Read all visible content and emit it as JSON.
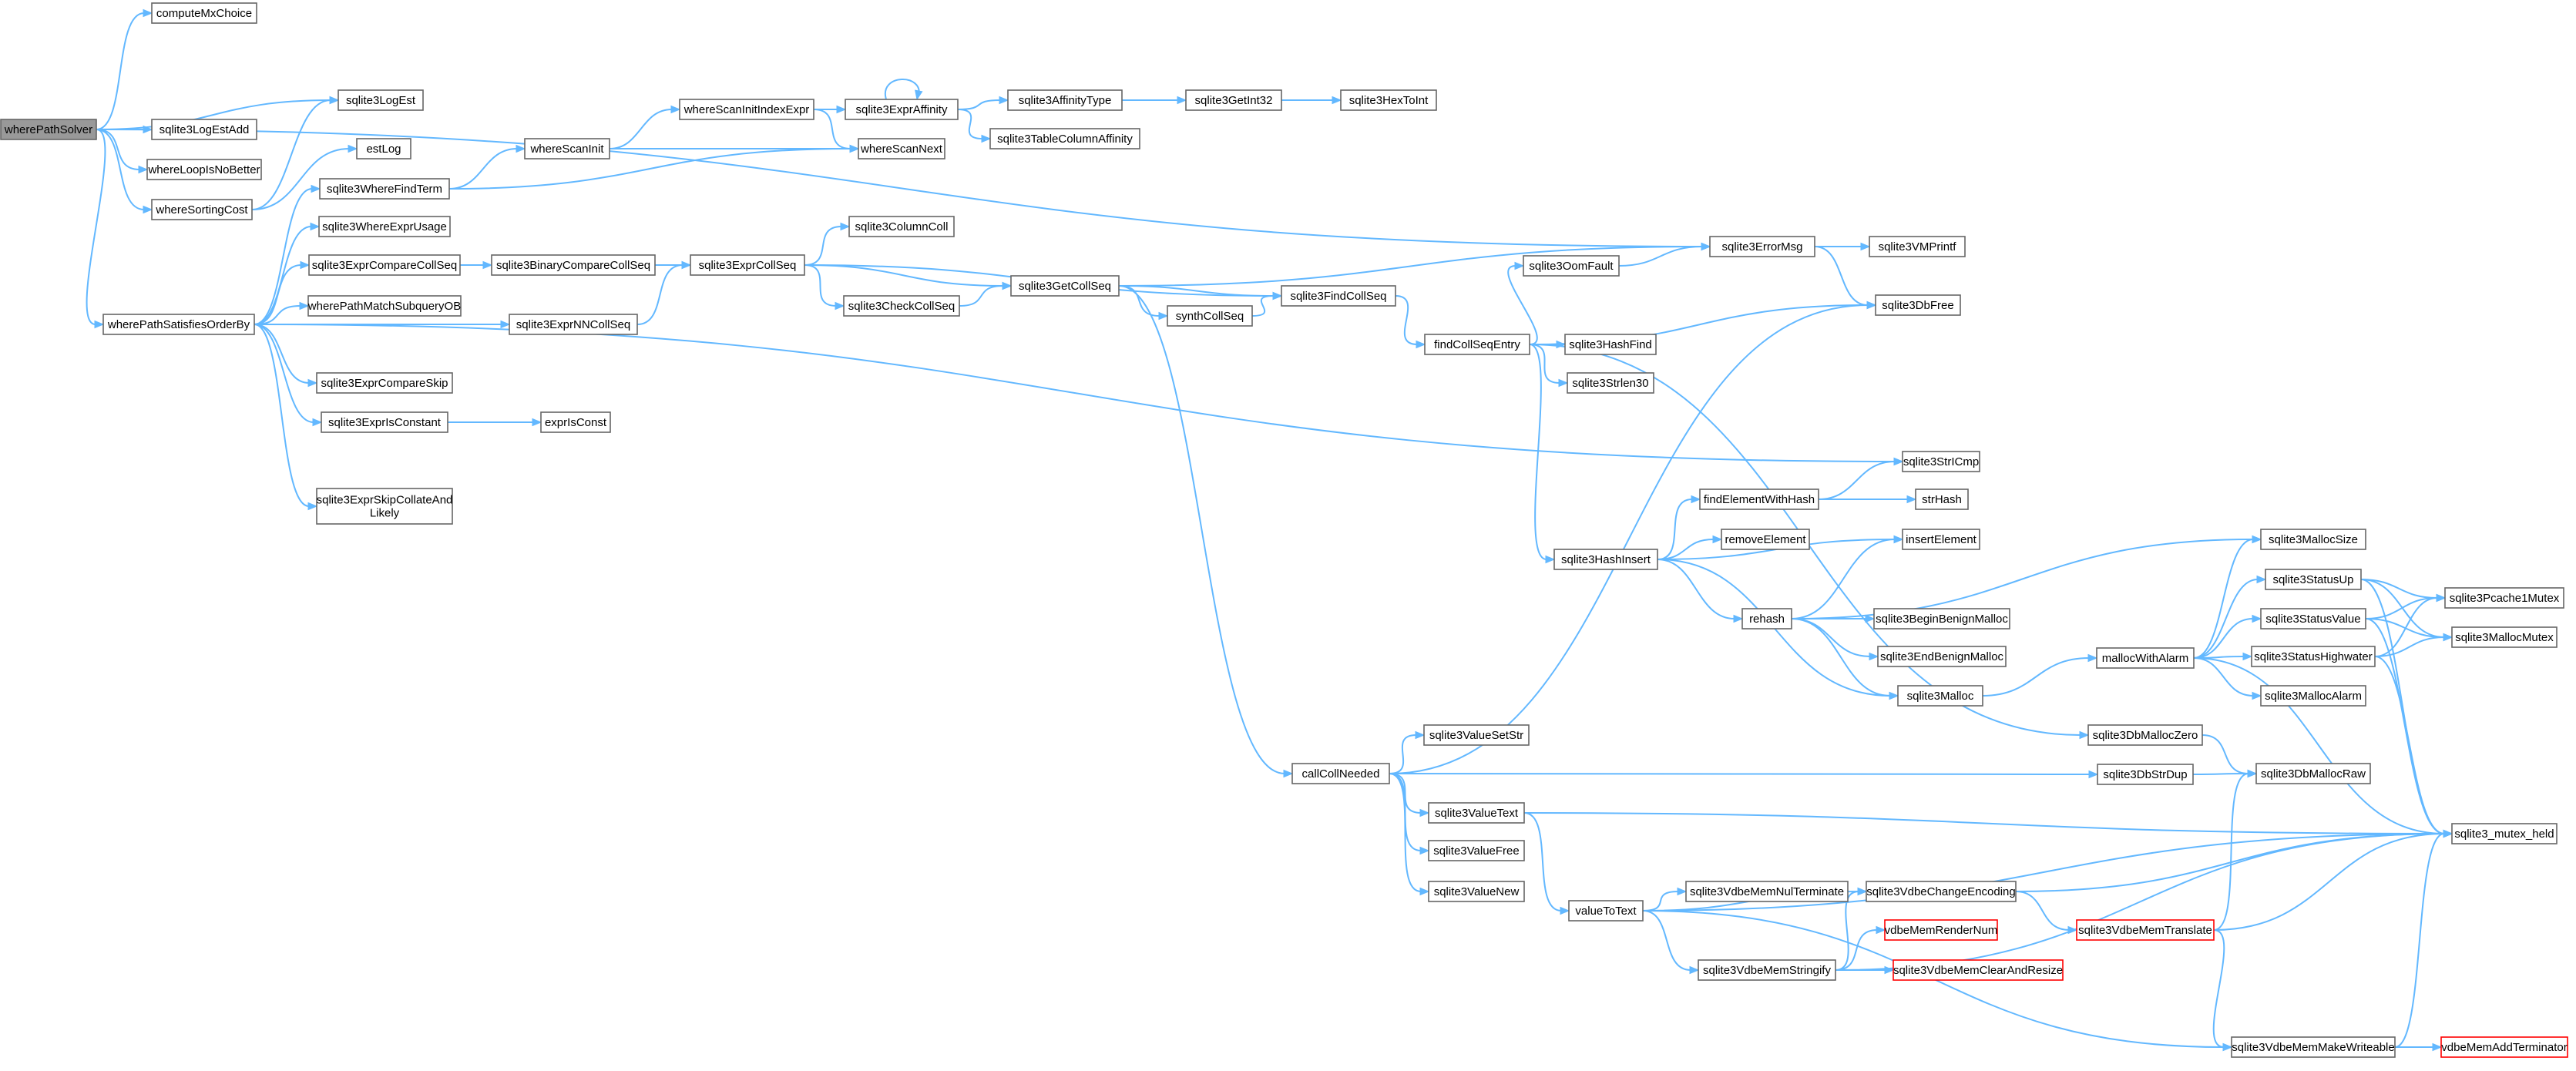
{
  "diagram": {
    "edge_color": "#63b8ff",
    "truncated_color": "#ff0000",
    "root_fill": "#999999",
    "nodes": [
      {
        "id": "wherePathSolver",
        "label": "wherePathSolver",
        "root": true
      },
      {
        "id": "computeMxChoice",
        "label": "computeMxChoice"
      },
      {
        "id": "sqlite3LogEst",
        "label": "sqlite3LogEst"
      },
      {
        "id": "sqlite3LogEstAdd",
        "label": "sqlite3LogEstAdd"
      },
      {
        "id": "whereLoopIsNoBetter",
        "label": "whereLoopIsNoBetter"
      },
      {
        "id": "whereSortingCost",
        "label": "whereSortingCost"
      },
      {
        "id": "wherePathSatisfiesOrderBy",
        "label": "wherePathSatisfiesOrderBy"
      },
      {
        "id": "estLog",
        "label": "estLog"
      },
      {
        "id": "sqlite3WhereFindTerm",
        "label": "sqlite3WhereFindTerm"
      },
      {
        "id": "sqlite3WhereExprUsage",
        "label": "sqlite3WhereExprUsage"
      },
      {
        "id": "sqlite3ExprCompareCollSeq",
        "label": "sqlite3ExprCompareCollSeq"
      },
      {
        "id": "wherePathMatchSubqueryOB",
        "label": "wherePathMatchSubqueryOB"
      },
      {
        "id": "sqlite3ExprNNCollSeq",
        "label": "sqlite3ExprNNCollSeq"
      },
      {
        "id": "sqlite3ExprCompareSkip",
        "label": "sqlite3ExprCompareSkip"
      },
      {
        "id": "sqlite3ExprIsConstant",
        "label": "sqlite3ExprIsConstant"
      },
      {
        "id": "sqlite3ExprSkipCollateAndLikely",
        "label": "sqlite3ExprSkipCollateAnd Likely",
        "lines": [
          "sqlite3ExprSkipCollateAnd",
          "Likely"
        ]
      },
      {
        "id": "whereScanInit",
        "label": "whereScanInit"
      },
      {
        "id": "whereScanInitIndexExpr",
        "label": "whereScanInitIndexExpr"
      },
      {
        "id": "whereScanNext",
        "label": "whereScanNext"
      },
      {
        "id": "sqlite3ExprAffinity",
        "label": "sqlite3ExprAffinity"
      },
      {
        "id": "sqlite3AffinityType",
        "label": "sqlite3AffinityType"
      },
      {
        "id": "sqlite3TableColumnAffinity",
        "label": "sqlite3TableColumnAffinity"
      },
      {
        "id": "sqlite3GetInt32",
        "label": "sqlite3GetInt32"
      },
      {
        "id": "sqlite3HexToInt",
        "label": "sqlite3HexToInt"
      },
      {
        "id": "sqlite3BinaryCompareCollSeq",
        "label": "sqlite3BinaryCompareCollSeq"
      },
      {
        "id": "sqlite3ExprCollSeq",
        "label": "sqlite3ExprCollSeq"
      },
      {
        "id": "sqlite3ColumnColl",
        "label": "sqlite3ColumnColl"
      },
      {
        "id": "sqlite3CheckCollSeq",
        "label": "sqlite3CheckCollSeq"
      },
      {
        "id": "sqlite3GetCollSeq",
        "label": "sqlite3GetCollSeq"
      },
      {
        "id": "synthCollSeq",
        "label": "synthCollSeq"
      },
      {
        "id": "sqlite3FindCollSeq",
        "label": "sqlite3FindCollSeq"
      },
      {
        "id": "callCollNeeded",
        "label": "callCollNeeded"
      },
      {
        "id": "exprIsConst",
        "label": "exprIsConst"
      },
      {
        "id": "sqlite3ErrorMsg",
        "label": "sqlite3ErrorMsg"
      },
      {
        "id": "sqlite3VMPrintf",
        "label": "sqlite3VMPrintf"
      },
      {
        "id": "sqlite3OomFault",
        "label": "sqlite3OomFault"
      },
      {
        "id": "sqlite3DbFree",
        "label": "sqlite3DbFree"
      },
      {
        "id": "findCollSeqEntry",
        "label": "findCollSeqEntry"
      },
      {
        "id": "sqlite3HashFind",
        "label": "sqlite3HashFind"
      },
      {
        "id": "sqlite3Strlen30",
        "label": "sqlite3Strlen30"
      },
      {
        "id": "sqlite3StrICmp",
        "label": "sqlite3StrICmp"
      },
      {
        "id": "findElementWithHash",
        "label": "findElementWithHash"
      },
      {
        "id": "strHash",
        "label": "strHash"
      },
      {
        "id": "removeElement",
        "label": "removeElement"
      },
      {
        "id": "insertElement",
        "label": "insertElement"
      },
      {
        "id": "sqlite3HashInsert",
        "label": "sqlite3HashInsert"
      },
      {
        "id": "rehash",
        "label": "rehash"
      },
      {
        "id": "sqlite3BeginBenignMalloc",
        "label": "sqlite3BeginBenignMalloc"
      },
      {
        "id": "sqlite3EndBenignMalloc",
        "label": "sqlite3EndBenignMalloc"
      },
      {
        "id": "sqlite3Malloc",
        "label": "sqlite3Malloc"
      },
      {
        "id": "mallocWithAlarm",
        "label": "mallocWithAlarm"
      },
      {
        "id": "sqlite3MallocSize",
        "label": "sqlite3MallocSize"
      },
      {
        "id": "sqlite3StatusUp",
        "label": "sqlite3StatusUp"
      },
      {
        "id": "sqlite3StatusValue",
        "label": "sqlite3StatusValue"
      },
      {
        "id": "sqlite3StatusHighwater",
        "label": "sqlite3StatusHighwater"
      },
      {
        "id": "sqlite3MallocAlarm",
        "label": "sqlite3MallocAlarm"
      },
      {
        "id": "sqlite3Pcache1Mutex",
        "label": "sqlite3Pcache1Mutex"
      },
      {
        "id": "sqlite3MallocMutex",
        "label": "sqlite3MallocMutex"
      },
      {
        "id": "sqlite3_mutex_held",
        "label": "sqlite3_mutex_held"
      },
      {
        "id": "sqlite3DbMallocZero",
        "label": "sqlite3DbMallocZero"
      },
      {
        "id": "sqlite3DbStrDup",
        "label": "sqlite3DbStrDup"
      },
      {
        "id": "sqlite3DbMallocRaw",
        "label": "sqlite3DbMallocRaw"
      },
      {
        "id": "sqlite3ValueSetStr",
        "label": "sqlite3ValueSetStr"
      },
      {
        "id": "sqlite3ValueText",
        "label": "sqlite3ValueText"
      },
      {
        "id": "sqlite3ValueFree",
        "label": "sqlite3ValueFree"
      },
      {
        "id": "sqlite3ValueNew",
        "label": "sqlite3ValueNew"
      },
      {
        "id": "valueToText",
        "label": "valueToText"
      },
      {
        "id": "sqlite3VdbeMemNulTerminate",
        "label": "sqlite3VdbeMemNulTerminate"
      },
      {
        "id": "sqlite3VdbeChangeEncoding",
        "label": "sqlite3VdbeChangeEncoding"
      },
      {
        "id": "sqlite3VdbeMemTranslate",
        "label": "sqlite3VdbeMemTranslate",
        "truncated": true
      },
      {
        "id": "vdbeMemRenderNum",
        "label": "vdbeMemRenderNum",
        "truncated": true
      },
      {
        "id": "sqlite3VdbeMemStringify",
        "label": "sqlite3VdbeMemStringify"
      },
      {
        "id": "sqlite3VdbeMemClearAndResize",
        "label": "sqlite3VdbeMemClearAndResize",
        "truncated": true
      },
      {
        "id": "sqlite3VdbeMemMakeWriteable",
        "label": "sqlite3VdbeMemMakeWriteable"
      },
      {
        "id": "vdbeMemAddTerminator",
        "label": "vdbeMemAddTerminator",
        "truncated": true
      }
    ],
    "edges": [
      [
        "wherePathSolver",
        "computeMxChoice"
      ],
      [
        "wherePathSolver",
        "sqlite3ErrorMsg"
      ],
      [
        "wherePathSolver",
        "sqlite3LogEst"
      ],
      [
        "wherePathSolver",
        "sqlite3LogEstAdd"
      ],
      [
        "wherePathSolver",
        "whereLoopIsNoBetter"
      ],
      [
        "wherePathSolver",
        "whereSortingCost"
      ],
      [
        "wherePathSolver",
        "wherePathSatisfiesOrderBy"
      ],
      [
        "whereSortingCost",
        "sqlite3LogEst"
      ],
      [
        "whereSortingCost",
        "estLog"
      ],
      [
        "wherePathSatisfiesOrderBy",
        "sqlite3WhereFindTerm"
      ],
      [
        "wherePathSatisfiesOrderBy",
        "sqlite3WhereExprUsage"
      ],
      [
        "wherePathSatisfiesOrderBy",
        "sqlite3ExprCompareCollSeq"
      ],
      [
        "wherePathSatisfiesOrderBy",
        "wherePathMatchSubqueryOB"
      ],
      [
        "wherePathSatisfiesOrderBy",
        "sqlite3ExprNNCollSeq"
      ],
      [
        "wherePathSatisfiesOrderBy",
        "sqlite3ExprCompareSkip"
      ],
      [
        "wherePathSatisfiesOrderBy",
        "sqlite3ExprIsConstant"
      ],
      [
        "wherePathSatisfiesOrderBy",
        "sqlite3ExprSkipCollateAndLikely"
      ],
      [
        "wherePathSatisfiesOrderBy",
        "sqlite3StrICmp"
      ],
      [
        "sqlite3WhereFindTerm",
        "whereScanInit"
      ],
      [
        "sqlite3WhereFindTerm",
        "whereScanNext"
      ],
      [
        "whereScanInit",
        "whereScanInitIndexExpr"
      ],
      [
        "whereScanInit",
        "whereScanNext"
      ],
      [
        "whereScanInitIndexExpr",
        "sqlite3ExprAffinity"
      ],
      [
        "whereScanInitIndexExpr",
        "whereScanNext"
      ],
      [
        "sqlite3ExprAffinity",
        "sqlite3ExprAffinity"
      ],
      [
        "sqlite3ExprAffinity",
        "sqlite3AffinityType"
      ],
      [
        "sqlite3ExprAffinity",
        "sqlite3TableColumnAffinity"
      ],
      [
        "sqlite3AffinityType",
        "sqlite3GetInt32"
      ],
      [
        "sqlite3GetInt32",
        "sqlite3HexToInt"
      ],
      [
        "sqlite3ExprCompareCollSeq",
        "sqlite3BinaryCompareCollSeq"
      ],
      [
        "sqlite3BinaryCompareCollSeq",
        "sqlite3ExprCollSeq"
      ],
      [
        "sqlite3ExprNNCollSeq",
        "sqlite3ExprCollSeq"
      ],
      [
        "sqlite3ExprIsConstant",
        "exprIsConst"
      ],
      [
        "sqlite3ExprCollSeq",
        "sqlite3ColumnColl"
      ],
      [
        "sqlite3ExprCollSeq",
        "sqlite3FindCollSeq"
      ],
      [
        "sqlite3ExprCollSeq",
        "sqlite3GetCollSeq"
      ],
      [
        "sqlite3ExprCollSeq",
        "sqlite3CheckCollSeq"
      ],
      [
        "sqlite3CheckCollSeq",
        "sqlite3GetCollSeq"
      ],
      [
        "sqlite3GetCollSeq",
        "sqlite3ErrorMsg"
      ],
      [
        "sqlite3GetCollSeq",
        "sqlite3FindCollSeq"
      ],
      [
        "sqlite3GetCollSeq",
        "synthCollSeq"
      ],
      [
        "sqlite3GetCollSeq",
        "callCollNeeded"
      ],
      [
        "synthCollSeq",
        "sqlite3FindCollSeq"
      ],
      [
        "sqlite3FindCollSeq",
        "findCollSeqEntry"
      ],
      [
        "findCollSeqEntry",
        "sqlite3OomFault"
      ],
      [
        "findCollSeqEntry",
        "sqlite3DbFree"
      ],
      [
        "findCollSeqEntry",
        "sqlite3HashFind"
      ],
      [
        "findCollSeqEntry",
        "sqlite3Strlen30"
      ],
      [
        "findCollSeqEntry",
        "sqlite3HashInsert"
      ],
      [
        "findCollSeqEntry",
        "sqlite3DbMallocZero"
      ],
      [
        "sqlite3OomFault",
        "sqlite3ErrorMsg"
      ],
      [
        "sqlite3ErrorMsg",
        "sqlite3VMPrintf"
      ],
      [
        "sqlite3ErrorMsg",
        "sqlite3DbFree"
      ],
      [
        "sqlite3HashInsert",
        "findElementWithHash"
      ],
      [
        "sqlite3HashInsert",
        "removeElement"
      ],
      [
        "sqlite3HashInsert",
        "insertElement"
      ],
      [
        "sqlite3HashInsert",
        "rehash"
      ],
      [
        "sqlite3HashInsert",
        "sqlite3Malloc"
      ],
      [
        "findElementWithHash",
        "sqlite3StrICmp"
      ],
      [
        "findElementWithHash",
        "strHash"
      ],
      [
        "rehash",
        "insertElement"
      ],
      [
        "rehash",
        "sqlite3MallocSize"
      ],
      [
        "rehash",
        "sqlite3BeginBenignMalloc"
      ],
      [
        "rehash",
        "sqlite3EndBenignMalloc"
      ],
      [
        "rehash",
        "sqlite3Malloc"
      ],
      [
        "sqlite3Malloc",
        "mallocWithAlarm"
      ],
      [
        "mallocWithAlarm",
        "sqlite3MallocSize"
      ],
      [
        "mallocWithAlarm",
        "sqlite3StatusUp"
      ],
      [
        "mallocWithAlarm",
        "sqlite3StatusValue"
      ],
      [
        "mallocWithAlarm",
        "sqlite3StatusHighwater"
      ],
      [
        "mallocWithAlarm",
        "sqlite3MallocAlarm"
      ],
      [
        "mallocWithAlarm",
        "sqlite3_mutex_held"
      ],
      [
        "sqlite3StatusUp",
        "sqlite3Pcache1Mutex"
      ],
      [
        "sqlite3StatusUp",
        "sqlite3MallocMutex"
      ],
      [
        "sqlite3StatusUp",
        "sqlite3_mutex_held"
      ],
      [
        "sqlite3StatusValue",
        "sqlite3Pcache1Mutex"
      ],
      [
        "sqlite3StatusValue",
        "sqlite3MallocMutex"
      ],
      [
        "sqlite3StatusValue",
        "sqlite3_mutex_held"
      ],
      [
        "sqlite3StatusHighwater",
        "sqlite3Pcache1Mutex"
      ],
      [
        "sqlite3StatusHighwater",
        "sqlite3MallocMutex"
      ],
      [
        "sqlite3StatusHighwater",
        "sqlite3_mutex_held"
      ],
      [
        "sqlite3DbMallocZero",
        "sqlite3DbMallocRaw"
      ],
      [
        "sqlite3DbStrDup",
        "sqlite3DbMallocRaw"
      ],
      [
        "callCollNeeded",
        "sqlite3DbFree"
      ],
      [
        "callCollNeeded",
        "sqlite3ValueSetStr"
      ],
      [
        "callCollNeeded",
        "sqlite3DbStrDup"
      ],
      [
        "callCollNeeded",
        "sqlite3ValueText"
      ],
      [
        "callCollNeeded",
        "sqlite3ValueFree"
      ],
      [
        "callCollNeeded",
        "sqlite3ValueNew"
      ],
      [
        "sqlite3ValueText",
        "sqlite3_mutex_held"
      ],
      [
        "sqlite3ValueText",
        "valueToText"
      ],
      [
        "valueToText",
        "sqlite3_mutex_held"
      ],
      [
        "valueToText",
        "sqlite3VdbeMemNulTerminate"
      ],
      [
        "valueToText",
        "sqlite3VdbeChangeEncoding"
      ],
      [
        "valueToText",
        "sqlite3VdbeMemStringify"
      ],
      [
        "valueToText",
        "sqlite3VdbeMemMakeWriteable"
      ],
      [
        "sqlite3VdbeChangeEncoding",
        "sqlite3_mutex_held"
      ],
      [
        "sqlite3VdbeChangeEncoding",
        "sqlite3VdbeMemTranslate"
      ],
      [
        "sqlite3VdbeMemTranslate",
        "sqlite3DbMallocRaw"
      ],
      [
        "sqlite3VdbeMemTranslate",
        "sqlite3_mutex_held"
      ],
      [
        "sqlite3VdbeMemTranslate",
        "sqlite3VdbeMemMakeWriteable"
      ],
      [
        "sqlite3VdbeMemStringify",
        "sqlite3VdbeChangeEncoding"
      ],
      [
        "sqlite3VdbeMemStringify",
        "vdbeMemRenderNum"
      ],
      [
        "sqlite3VdbeMemStringify",
        "sqlite3VdbeMemClearAndResize"
      ],
      [
        "sqlite3VdbeMemStringify",
        "sqlite3_mutex_held"
      ],
      [
        "sqlite3VdbeMemMakeWriteable",
        "sqlite3_mutex_held"
      ],
      [
        "sqlite3VdbeMemMakeWriteable",
        "vdbeMemAddTerminator"
      ]
    ]
  }
}
